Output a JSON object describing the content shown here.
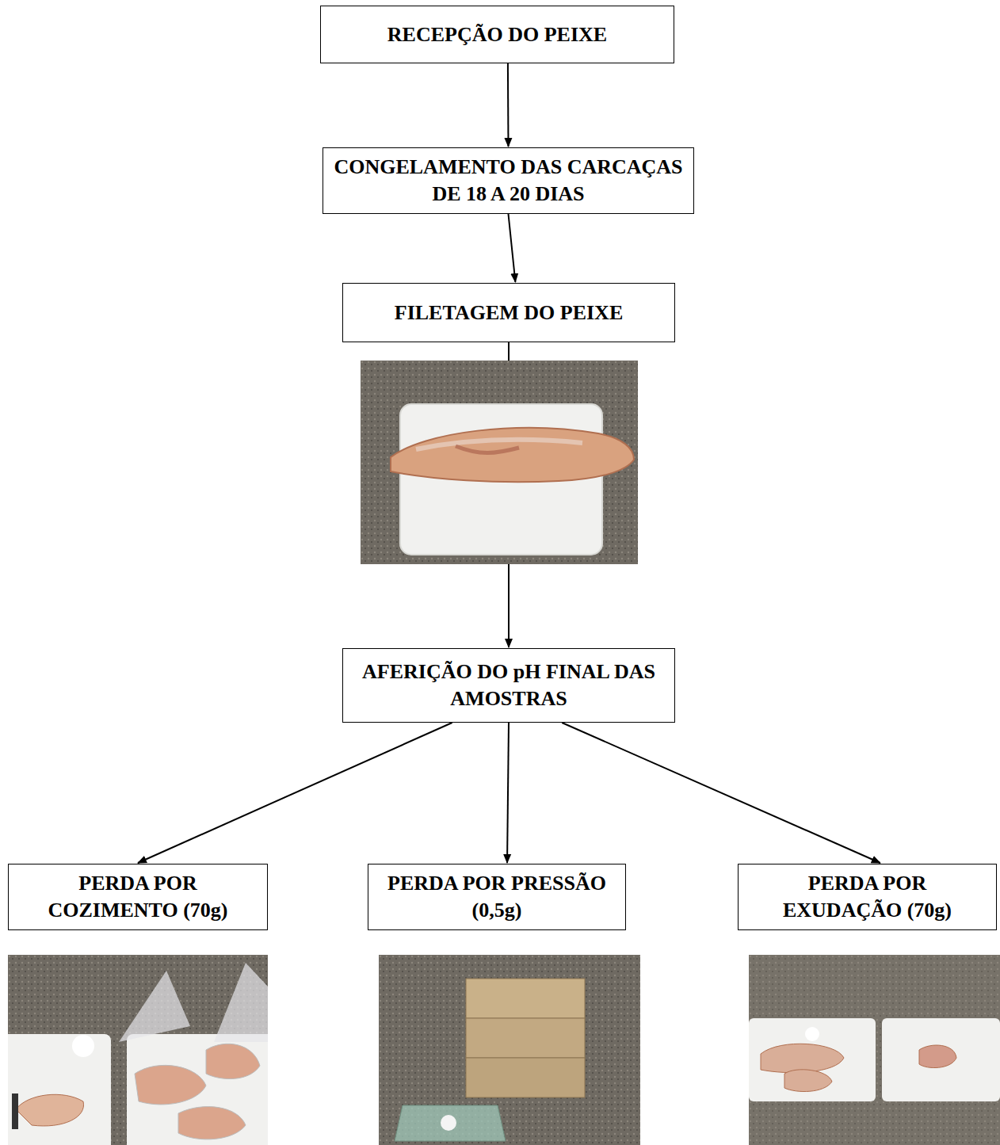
{
  "diagram": {
    "nodes": [
      {
        "text": [
          "RECEPÇÃO DO PEIXE"
        ]
      },
      {
        "text": [
          "CONGELAMENTO DAS CARCAÇAS DE 18 A 20 DIAS"
        ]
      },
      {
        "text": [
          "FILETAGEM DO PEIXE"
        ]
      },
      {
        "text": [
          "AFERIÇÃO DO pH FINAL DAS AMOSTRAS"
        ]
      },
      {
        "text": [
          "PERDA POR COZIMENTO (70g)"
        ]
      },
      {
        "text": [
          "PERDA POR PRESSÃO (0,5g)"
        ]
      },
      {
        "text": [
          "PERDA POR EXUDAÇÃO (70g)"
        ]
      }
    ],
    "edges": [
      {
        "from": 0,
        "to": 1,
        "arrow": "to"
      },
      {
        "from": 1,
        "to": 2,
        "arrow": "to"
      },
      {
        "from": 2,
        "to": 3,
        "arrow": "to"
      },
      {
        "from": 3,
        "to": 4,
        "arrow": "to"
      },
      {
        "from": 3,
        "to": 5,
        "arrow": "to"
      },
      {
        "from": 3,
        "to": 6,
        "arrow": "to"
      }
    ]
  }
}
